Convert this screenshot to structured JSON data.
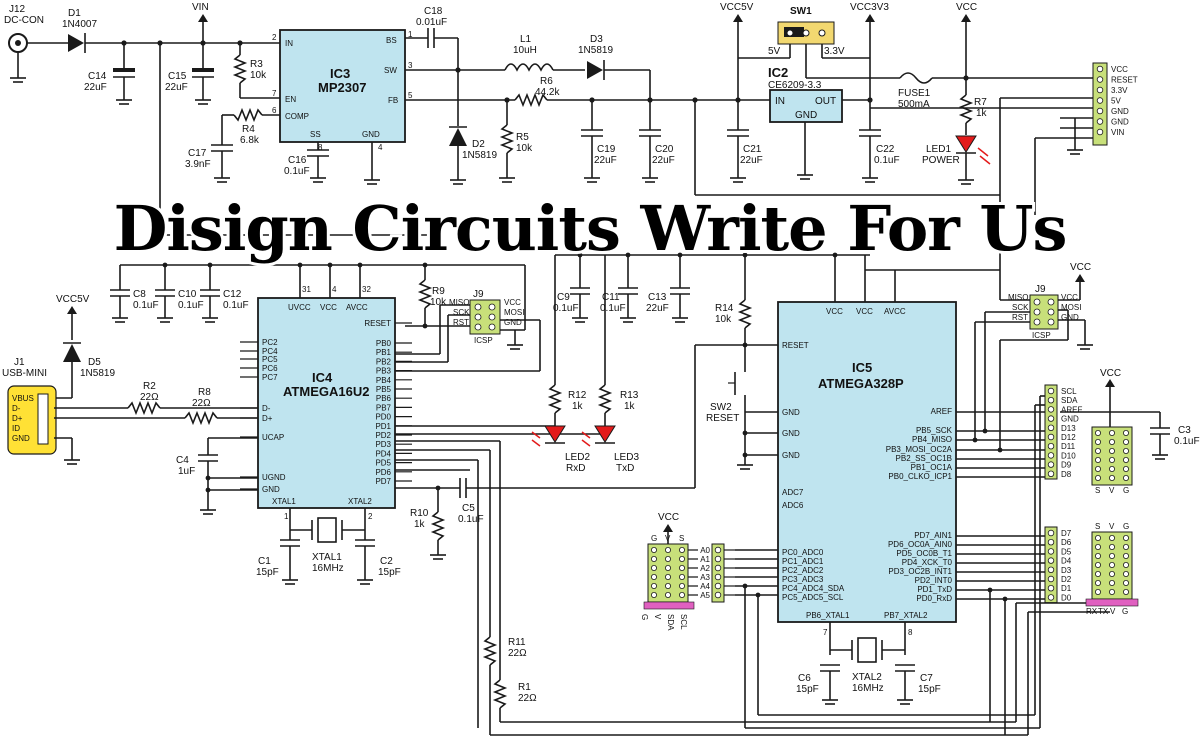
{
  "title": "Disign Circuits Write For Us",
  "ics": {
    "ic3": {
      "name": "IC3",
      "part": "MP2307",
      "pins": [
        "IN",
        "EN",
        "COMP",
        "BS",
        "SW",
        "FB",
        "SS",
        "GND"
      ]
    },
    "ic2": {
      "name": "IC2",
      "part": "CE6209-3.3",
      "pins": [
        "IN",
        "OUT",
        "GND"
      ]
    },
    "ic4": {
      "name": "IC4",
      "part": "ATMEGA16U2",
      "left_pins": [
        "PC2",
        "PC4",
        "PC5",
        "PC6",
        "PC7",
        "D-",
        "D+",
        "UCAP",
        "UGND",
        "GND"
      ],
      "right_pins": [
        "RESET",
        "PB0",
        "PB1",
        "PB2",
        "PB3",
        "PB4",
        "PB5",
        "PB6",
        "PB7",
        "PD0",
        "PD1",
        "PD2",
        "PD3",
        "PD4",
        "PD5",
        "PD6",
        "PD7"
      ],
      "top_pins": [
        "UVCC",
        "VCC",
        "AVCC"
      ],
      "bottom_pins": [
        "XTAL1",
        "XTAL2"
      ]
    },
    "ic5": {
      "name": "IC5",
      "part": "ATMEGA328P",
      "left_pins": [
        "RESET",
        "GND",
        "GND",
        "GND",
        "ADC7",
        "ADC6",
        "PC0_ADC0",
        "PC1_ADC1",
        "PC2_ADC2",
        "PC3_ADC3",
        "PC4_ADC4_SDA",
        "PC5_ADC5_SCL"
      ],
      "right_pins": [
        "AREF",
        "PB5_SCK",
        "PB4_MISO",
        "PB3_MOSI_OC2A",
        "PB2_SS_OC1B",
        "PB1_OC1A",
        "PB0_CLKO_ICP1",
        "PD7_AIN1",
        "PD6_OC0A_AIN0",
        "PD5_OC0B_T1",
        "PD4_XCK_T0",
        "PD3_OC2B_INT1",
        "PD2_INT0",
        "PD1_TxD",
        "PD0_RxD"
      ],
      "top_pins": [
        "VCC",
        "VCC",
        "AVCC"
      ],
      "bottom_pins": [
        "PB6_XTAL1",
        "PB7_XTAL2"
      ]
    }
  },
  "components": {
    "j12": [
      "J12",
      "DC-CON"
    ],
    "d1": [
      "D1",
      "1N4007"
    ],
    "vin": "VIN",
    "c18": [
      "C18",
      "0.01uF"
    ],
    "l1": [
      "L1",
      "10uH"
    ],
    "d3": [
      "D3",
      "1N5819"
    ],
    "vcc5v": "VCC5V",
    "sw1": [
      "SW1",
      "5V",
      "3.3V"
    ],
    "vcc3v3": "VCC3V3",
    "vcc": "VCC",
    "c14": [
      "C14",
      "22uF"
    ],
    "c15": [
      "C15",
      "22uF"
    ],
    "r3": [
      "R3",
      "10k"
    ],
    "r4": [
      "R4",
      "6.8k"
    ],
    "c17": [
      "C17",
      "3.9nF"
    ],
    "c16": [
      "C16",
      "0.1uF"
    ],
    "d2": [
      "D2",
      "1N5819"
    ],
    "r5": [
      "R5",
      "10k"
    ],
    "r6": [
      "R6",
      "44.2k"
    ],
    "c19": [
      "C19",
      "22uF"
    ],
    "c20": [
      "C20",
      "22uF"
    ],
    "c21": [
      "C21",
      "22uF"
    ],
    "fuse1": [
      "FUSE1",
      "500mA"
    ],
    "c22": [
      "C22",
      "0.1uF"
    ],
    "r7": [
      "R7",
      "1k"
    ],
    "led1": [
      "LED1",
      "POWER"
    ],
    "c8": [
      "C8",
      "0.1uF"
    ],
    "c10": [
      "C10",
      "0.1uF"
    ],
    "c12": [
      "C12",
      "0.1uF"
    ],
    "r9": [
      "R9",
      "10k"
    ],
    "j9a": [
      "J9",
      "ICSP"
    ],
    "c9": [
      "C9",
      "0.1uF"
    ],
    "c11": [
      "C11",
      "0.1uF"
    ],
    "c13": [
      "C13",
      "22uF"
    ],
    "r14": [
      "R14",
      "10k"
    ],
    "j9b": [
      "J9",
      "ICSP"
    ],
    "vcc5v_b": "VCC5V",
    "d5": [
      "D5",
      "1N5819"
    ],
    "j1": [
      "J1",
      "USB-MINI"
    ],
    "r2": [
      "R2",
      "22Ω"
    ],
    "r8": [
      "R8",
      "22Ω"
    ],
    "c4": [
      "C4",
      "1uF"
    ],
    "r12": [
      "R12",
      "1k"
    ],
    "r13": [
      "R13",
      "1k"
    ],
    "led2": [
      "LED2",
      "RxD"
    ],
    "led3": [
      "LED3",
      "TxD"
    ],
    "sw2": [
      "SW2",
      "RESET"
    ],
    "r10": [
      "R10",
      "1k"
    ],
    "c5": [
      "C5",
      "0.1uF"
    ],
    "c1": [
      "C1",
      "15pF"
    ],
    "c2": [
      "C2",
      "15pF"
    ],
    "xtal1": [
      "XTAL1",
      "16MHz"
    ],
    "r11": [
      "R11",
      "22Ω"
    ],
    "r1": [
      "R1",
      "22Ω"
    ],
    "c6": [
      "C6",
      "15pF"
    ],
    "c7": [
      "C7",
      "15pF"
    ],
    "xtal2": [
      "XTAL2",
      "16MHz"
    ],
    "c3": [
      "C3",
      "0.1uF"
    ]
  },
  "usb_pins": [
    "VBUS",
    "D-",
    "D+",
    "ID",
    "GND"
  ],
  "header_power": [
    "VCC",
    "RESET",
    "3.3V",
    "5V",
    "GND",
    "GND",
    "VIN"
  ],
  "header_i2c": [
    "SCL",
    "SDA",
    "AREF",
    "GND",
    "D13",
    "D12",
    "D11",
    "D10",
    "D9",
    "D8"
  ],
  "header_digital": [
    "D7",
    "D6",
    "D5",
    "D4",
    "D3",
    "D2",
    "D1",
    "D0"
  ],
  "header_analog": [
    "A0",
    "A1",
    "A2",
    "A3",
    "A4",
    "A5"
  ],
  "icsp_pins": [
    "MISO",
    "SCK",
    "RST",
    "VCC",
    "MOSI",
    "GND"
  ],
  "svg_labels": [
    "S",
    "V",
    "G"
  ],
  "rxtx_labels": [
    "RX",
    "TX",
    "V",
    "G"
  ],
  "analog_bottom": [
    "G",
    "V",
    "SDA",
    "SCL"
  ]
}
